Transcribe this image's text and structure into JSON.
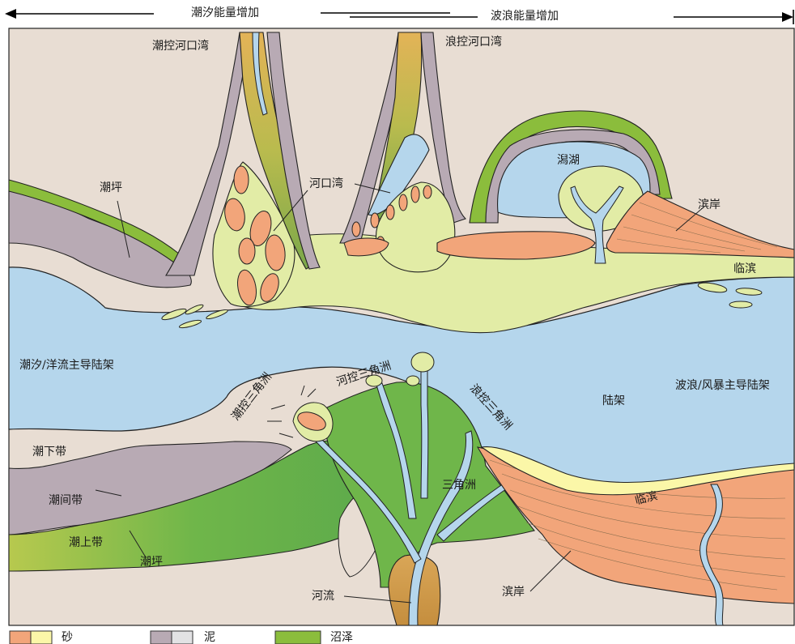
{
  "header": {
    "tide_energy": "潮汐能量增加",
    "wave_energy": "波浪能量增加"
  },
  "labels": {
    "tide_estuary": "潮控河口湾",
    "wave_estuary": "浪控河口湾",
    "tidal_flat_top": "潮坪",
    "estuary_bay": "河口湾",
    "lagoon": "潟湖",
    "beach_top": "滨岸",
    "shoreface_top": "临滨",
    "tide_shelf": "潮汐/洋流主导陆架",
    "wave_shelf": "波浪/风暴主导陆架",
    "shelf": "陆架",
    "tide_delta": "潮控三角洲",
    "river_delta": "河控三角洲",
    "wave_delta": "浪控三角洲",
    "delta": "三角洲",
    "subtidal": "潮下带",
    "intertidal": "潮间带",
    "supratidal": "潮上带",
    "tidal_flat_bottom": "潮坪",
    "river": "河流",
    "beach_bottom": "滨岸",
    "shoreface_bottom": "临滨"
  },
  "legend": [
    {
      "label": "砂",
      "colors": [
        "#f2a57a",
        "#fbf7a8"
      ]
    },
    {
      "label": "泥",
      "colors": [
        "#b8aab4",
        "#e2e2e4"
      ]
    },
    {
      "label": "沼泽",
      "colors": [
        "#8bbd3c"
      ]
    }
  ],
  "colors": {
    "land": "#e8ddd3",
    "sea": "#b5d6ec",
    "sand": "#f2a57a",
    "pale_sand": "#e2eca6",
    "mud": "#b8aab4",
    "marsh": "#8bbd3c"
  }
}
